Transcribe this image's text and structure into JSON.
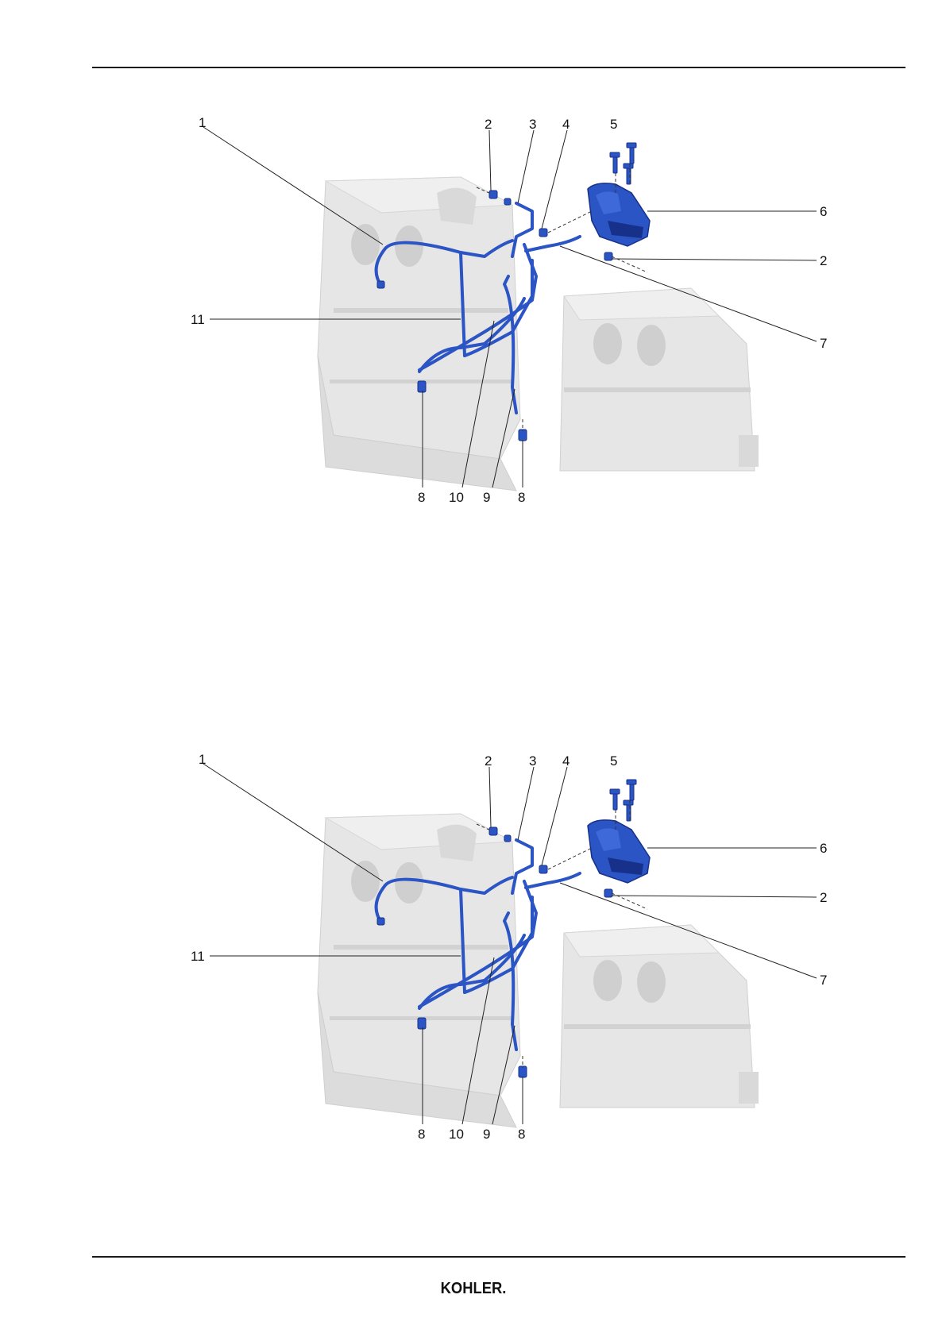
{
  "figures": [
    {
      "callouts": [
        "1",
        "2",
        "3",
        "4",
        "5",
        "6",
        "2",
        "7",
        "11",
        "8",
        "10",
        "9",
        "8"
      ]
    },
    {
      "callouts": [
        "1",
        "2",
        "3",
        "4",
        "5",
        "6",
        "2",
        "7",
        "11",
        "8",
        "10",
        "9",
        "8"
      ]
    }
  ],
  "footer": {
    "logo_text": "KOHLER."
  },
  "colors": {
    "part_blue": "#2b54c4",
    "part_dark_blue": "#17318a",
    "block_gray": "#e4e4e4",
    "block_shadow": "#c9c9c9",
    "leader_line": "#222222"
  }
}
